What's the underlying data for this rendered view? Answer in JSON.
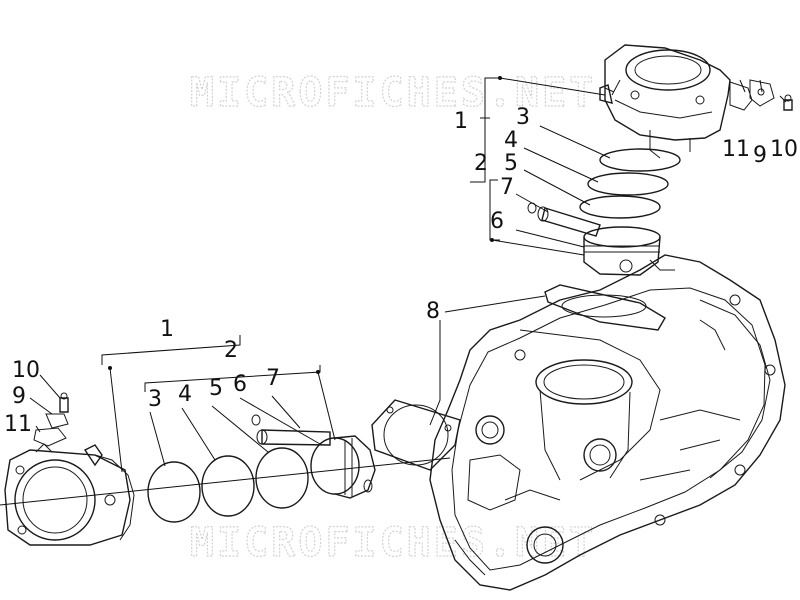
{
  "watermark": "MICROFICHES.NET",
  "callouts": {
    "c1_top": "1",
    "c2_top": "2",
    "c3_top": "3",
    "c4_top": "4",
    "c5_top": "5",
    "c6_top": "6",
    "c7_top": "7",
    "c8": "8",
    "c11_top": "11",
    "c9_top": "9",
    "c10_top": "10",
    "c1_left": "1",
    "c2_left": "2",
    "c3_left": "3",
    "c4_left": "4",
    "c5_left": "5",
    "c6_left": "6",
    "c7_left": "7",
    "c10_left": "10",
    "c9_left": "9",
    "c11_left": "11"
  },
  "colors": {
    "ink": "#111111",
    "watermark": "#d2d2d2",
    "background": "#ffffff"
  }
}
